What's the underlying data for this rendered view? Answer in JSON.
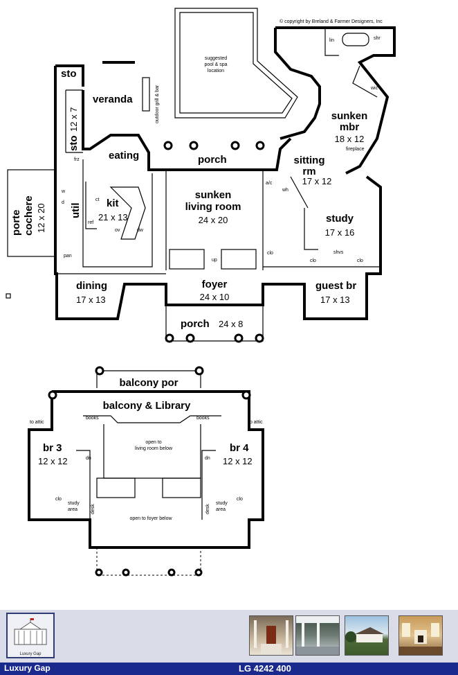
{
  "copyright": "© copyright by Breland & Farmer Designers, Inc",
  "first_floor": {
    "sto": "sto",
    "veranda": "veranda",
    "outdoor_grill": "outdoor grill & bar",
    "pool": [
      "suggested",
      "pool & spa",
      "location"
    ],
    "lin": "lin",
    "shr": "shr",
    "wic": "wic",
    "sunken_mbr": [
      "sunken",
      "mbr"
    ],
    "mbr_size": "18 x 12",
    "fireplace": "fireplace",
    "sto2": "sto",
    "sto2_size": "12 x 7",
    "eating": "eating",
    "porch_top": "porch",
    "sitting": [
      "sitting",
      "rm"
    ],
    "sitting_size": "17 x 12",
    "frz": "frz",
    "porte_cochere": [
      "porte",
      "cochere"
    ],
    "porte_size": "12 x 20",
    "util": "util",
    "w": "w",
    "d": "d",
    "kit": "kit",
    "kit_size": "21 x 13",
    "ct": "ct",
    "ref": "ref",
    "ov": "ov",
    "dw": "dw",
    "sunken_living": [
      "sunken",
      "living room"
    ],
    "living_size": "24 x 20",
    "ac": "a/c",
    "wh": "wh",
    "study": "study",
    "study_size": "17 x 16",
    "shvs": "shvs",
    "clo": "clo",
    "pan": "pan",
    "up": "up",
    "dining": "dining",
    "dining_size": "17 x 13",
    "foyer": "foyer",
    "foyer_size": "24 x 10",
    "guest": "guest br",
    "guest_size": "17 x 13",
    "porch_bottom": "porch",
    "porch_bottom_size": "24 x 8"
  },
  "second_floor": {
    "balcony_por": "balcony por",
    "balcony_library": "balcony & Library",
    "books": "books",
    "to_attic": "to attic",
    "br3": "br 3",
    "br3_size": "12 x 12",
    "br4": "br 4",
    "br4_size": "12 x 12",
    "open_living": [
      "open to",
      "living room below"
    ],
    "open_foyer": "open to foyer below",
    "dn": "dn",
    "clo": "clo",
    "study_area": [
      "study",
      "area"
    ],
    "desk": "desk"
  },
  "footer": {
    "logo_caption": "Luxury Gap",
    "brand": "Luxury Gap",
    "plan_code": "LG 4242 400",
    "colors": {
      "band": "#d9dbe6",
      "bar": "#1a2a8c"
    }
  }
}
